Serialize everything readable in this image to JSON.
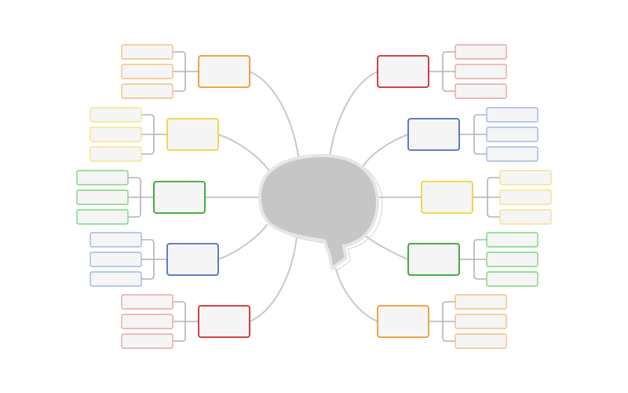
{
  "colors": {
    "connector": "#c8c8c8",
    "bracket": "#b4b4b4",
    "box_fill": "#f5f5f5",
    "center_fill": "#c6c6c6",
    "center_stroke": "#e6e6e6",
    "center_outline": "#d4d4d4",
    "red": "#d12b2b",
    "orange": "#ee9a33",
    "yellow": "#efd43c",
    "green": "#2fa52f",
    "blue": "#4d6fbd",
    "red_light": "#eba4a4",
    "orange_light": "#f3c080",
    "yellow_light": "#f4e48a",
    "green_light": "#7ad97a",
    "blue_light": "#a4b6e2"
  },
  "center": {
    "icon": "speech-bubble-icon"
  },
  "branches": [
    {
      "id": "left-1",
      "side": "left",
      "color": "orange",
      "sub_color": "orange_light",
      "subtopics": [
        "",
        "",
        ""
      ]
    },
    {
      "id": "left-2",
      "side": "left",
      "color": "yellow",
      "sub_color": "yellow_light",
      "subtopics": [
        "",
        "",
        ""
      ]
    },
    {
      "id": "left-3",
      "side": "left",
      "color": "green",
      "sub_color": "green_light",
      "subtopics": [
        "",
        "",
        ""
      ]
    },
    {
      "id": "left-4",
      "side": "left",
      "color": "blue",
      "sub_color": "blue_light",
      "subtopics": [
        "",
        "",
        ""
      ]
    },
    {
      "id": "left-5",
      "side": "left",
      "color": "red",
      "sub_color": "red_light",
      "subtopics": [
        "",
        "",
        ""
      ]
    },
    {
      "id": "right-1",
      "side": "right",
      "color": "red",
      "sub_color": "red_light",
      "subtopics": [
        "",
        "",
        ""
      ]
    },
    {
      "id": "right-2",
      "side": "right",
      "color": "blue",
      "sub_color": "blue_light",
      "subtopics": [
        "",
        "",
        ""
      ]
    },
    {
      "id": "right-3",
      "side": "right",
      "color": "yellow",
      "sub_color": "yellow_light",
      "subtopics": [
        "",
        "",
        ""
      ]
    },
    {
      "id": "right-4",
      "side": "right",
      "color": "green",
      "sub_color": "green_light",
      "subtopics": [
        "",
        "",
        ""
      ]
    },
    {
      "id": "right-5",
      "side": "right",
      "color": "orange",
      "sub_color": "orange_light",
      "subtopics": [
        "",
        "",
        ""
      ]
    }
  ]
}
